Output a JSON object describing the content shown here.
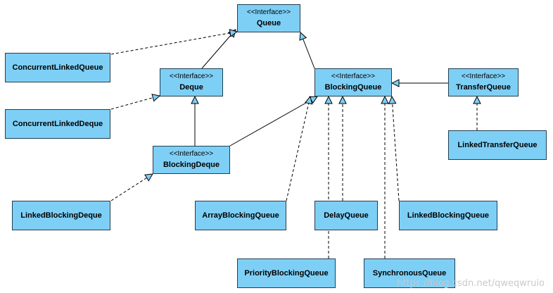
{
  "stereotype": "<<Interface>>",
  "classes": {
    "queue": "Queue",
    "deque": "Deque",
    "blocking_queue": "BlockingQueue",
    "transfer_queue": "TransferQueue",
    "blocking_deque": "BlockingDeque",
    "concurrent_linked_queue": "ConcurrentLinkedQueue",
    "concurrent_linked_deque": "ConcurrentLinkedDeque",
    "linked_transfer_queue": "LinkedTransferQueue",
    "linked_blocking_deque": "LinkedBlockingDeque",
    "array_blocking_queue": "ArrayBlockingQueue",
    "delay_queue": "DelayQueue",
    "linked_blocking_queue": "LinkedBlockingQueue",
    "priority_blocking_queue": "PriorityBlockingQueue",
    "synchronous_queue": "SynchronousQueue"
  },
  "watermark": "https://blog.csdn.net/qweqwruio",
  "colors": {
    "box_fill": "#7ecff5",
    "box_border": "#1f3f52",
    "line": "#000000"
  }
}
